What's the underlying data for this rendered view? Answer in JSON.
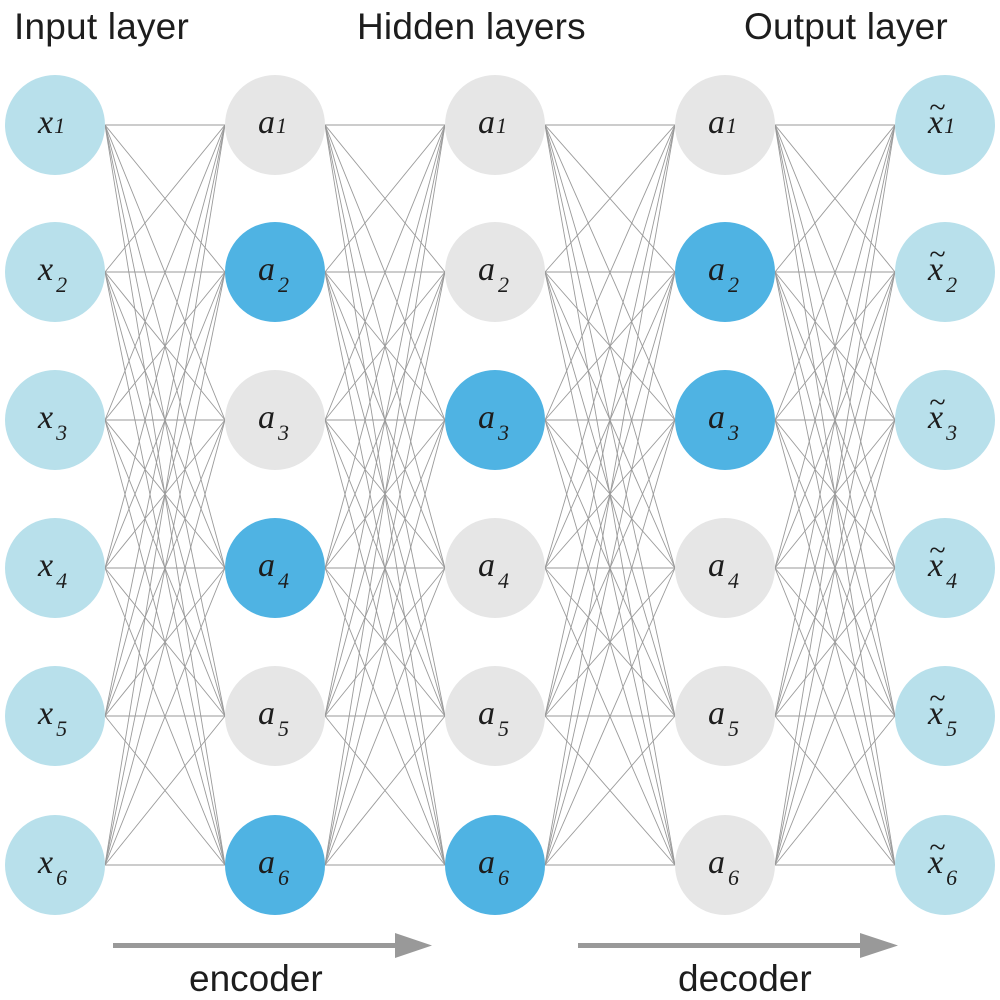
{
  "titles": {
    "input": "Input layer",
    "hidden": "Hidden layers",
    "output": "Output layer"
  },
  "captions": {
    "encoder": "encoder",
    "decoder": "decoder"
  },
  "colors": {
    "input_node": "#b8e0eb",
    "output_node": "#b8e0eb",
    "inactive_node": "#e6e6e6",
    "active_node": "#4fb3e3",
    "edge": "#9a9a9a",
    "arrow": "#999999",
    "text": "#1d1d1d"
  },
  "layers": [
    {
      "name": "input",
      "symbol": "x",
      "tilde": false,
      "nodes": [
        {
          "index": "1",
          "active": false
        },
        {
          "index": "2",
          "active": false
        },
        {
          "index": "3",
          "active": false
        },
        {
          "index": "4",
          "active": false
        },
        {
          "index": "5",
          "active": false
        },
        {
          "index": "6",
          "active": false
        }
      ]
    },
    {
      "name": "hidden-1",
      "symbol": "a",
      "tilde": false,
      "nodes": [
        {
          "index": "1",
          "active": false
        },
        {
          "index": "2",
          "active": true
        },
        {
          "index": "3",
          "active": false
        },
        {
          "index": "4",
          "active": true
        },
        {
          "index": "5",
          "active": false
        },
        {
          "index": "6",
          "active": true
        }
      ]
    },
    {
      "name": "hidden-2",
      "symbol": "a",
      "tilde": false,
      "nodes": [
        {
          "index": "1",
          "active": false
        },
        {
          "index": "2",
          "active": false
        },
        {
          "index": "3",
          "active": true
        },
        {
          "index": "4",
          "active": false
        },
        {
          "index": "5",
          "active": false
        },
        {
          "index": "6",
          "active": true
        }
      ]
    },
    {
      "name": "hidden-3",
      "symbol": "a",
      "tilde": false,
      "nodes": [
        {
          "index": "1",
          "active": false
        },
        {
          "index": "2",
          "active": true
        },
        {
          "index": "3",
          "active": true
        },
        {
          "index": "4",
          "active": false
        },
        {
          "index": "5",
          "active": false
        },
        {
          "index": "6",
          "active": false
        }
      ]
    },
    {
      "name": "output",
      "symbol": "x",
      "tilde": true,
      "nodes": [
        {
          "index": "1",
          "active": false
        },
        {
          "index": "2",
          "active": false
        },
        {
          "index": "3",
          "active": false
        },
        {
          "index": "4",
          "active": false
        },
        {
          "index": "5",
          "active": false
        },
        {
          "index": "6",
          "active": false
        }
      ]
    }
  ],
  "connectivity": "fully-connected"
}
